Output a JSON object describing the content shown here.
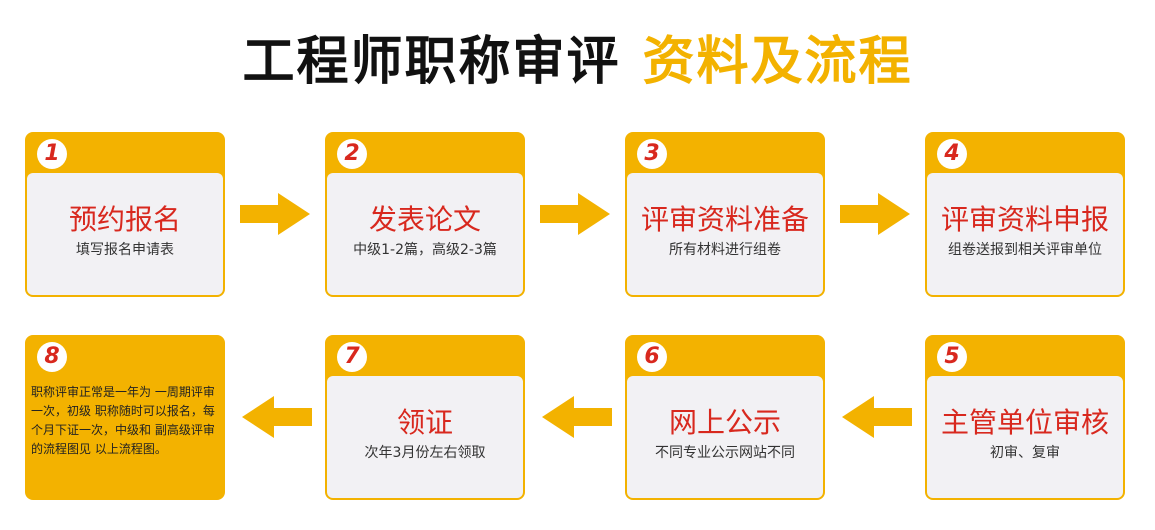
{
  "colors": {
    "accent": "#f3b200",
    "red": "#d8281e",
    "panel": "#f2f1f4"
  },
  "title": {
    "main": "工程师职称审评",
    "highlight": "资料及流程"
  },
  "steps": [
    {
      "num": "1",
      "title": "预约报名",
      "sub": "填写报名申请表"
    },
    {
      "num": "2",
      "title": "发表论文",
      "sub": "中级1-2篇，高级2-3篇"
    },
    {
      "num": "3",
      "title": "评审资料准备",
      "sub": "所有材料进行组卷"
    },
    {
      "num": "4",
      "title": "评审资料申报",
      "sub": "组卷送报到相关评审单位"
    },
    {
      "num": "5",
      "title": "主管单位审核",
      "sub": "初审、复审"
    },
    {
      "num": "6",
      "title": "网上公示",
      "sub": "不同专业公示网站不同"
    },
    {
      "num": "7",
      "title": "领证",
      "sub": "次年3月份左右领取"
    },
    {
      "num": "8",
      "note": "职称评审正常是一年为 一周期评审一次，初级 职称随时可以报名，每 个月下证一次，中级和 副高级评审的流程图见 以上流程图。"
    }
  ],
  "arrows": [
    "right",
    "right",
    "right",
    "left",
    "left",
    "left"
  ]
}
